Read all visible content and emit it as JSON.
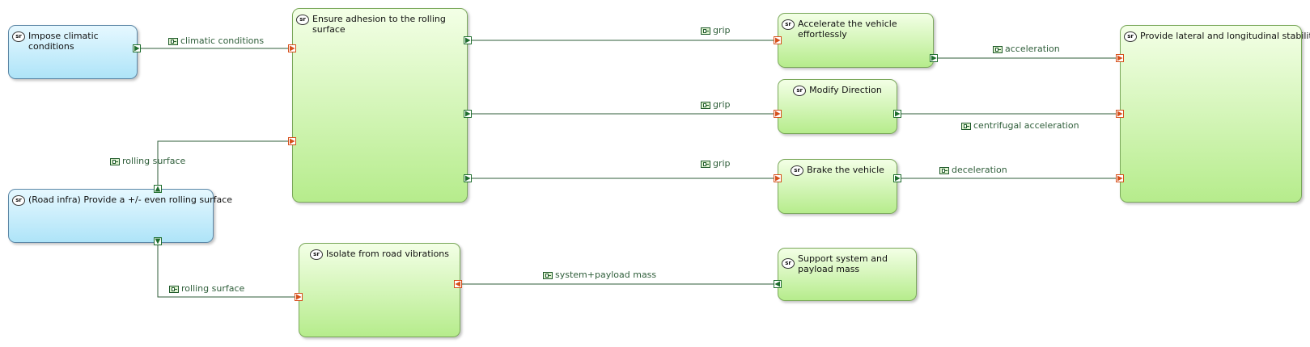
{
  "functions": {
    "climatic": "Impose climatic conditions",
    "adhesion": "Ensure adhesion to the rolling surface",
    "accelerate": "Accelerate the vehicle effortlessly",
    "modify": "Modify Direction",
    "brake": "Brake the vehicle",
    "stability": "Provide lateral and longitudinal stability",
    "road": "(Road infra) Provide a +/- even rolling surface",
    "isolate": "Isolate from road vibrations",
    "support": "Support system and payload mass"
  },
  "badge": "sr",
  "exchanges": {
    "climatic_conditions": "climatic conditions",
    "rolling_surface_1": "rolling surface",
    "rolling_surface_2": "rolling surface",
    "grip_1": "grip",
    "grip_2": "grip",
    "grip_3": "grip",
    "acceleration": "acceleration",
    "centrifugal_acceleration": "centrifugal acceleration",
    "deceleration": "deceleration",
    "system_payload_mass": "system+payload mass"
  },
  "colors": {
    "system_function": "#b6ec8c",
    "actor_function": "#aee4f8",
    "output_port": "#1f6e2e",
    "input_port": "#d6501c",
    "link": "#2f5e3a"
  }
}
